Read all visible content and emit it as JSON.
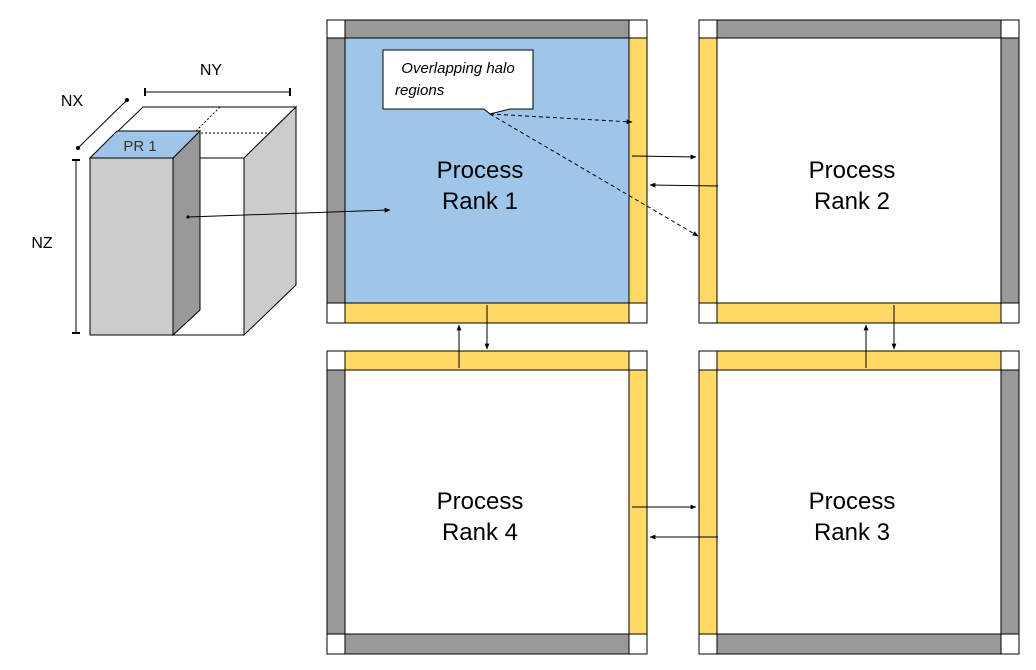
{
  "cube": {
    "labels": {
      "nx": "NX",
      "ny": "NY",
      "nz": "NZ",
      "partition": "PR 1"
    }
  },
  "callout": {
    "line1": "Overlapping halo",
    "line2": "regions"
  },
  "ranks": {
    "rank1": {
      "line1": "Process",
      "line2": "Rank 1"
    },
    "rank2": {
      "line1": "Process",
      "line2": "Rank 2"
    },
    "rank3": {
      "line1": "Process",
      "line2": "Rank 3"
    },
    "rank4": {
      "line1": "Process",
      "line2": "Rank 4"
    }
  },
  "colors": {
    "rank1_fill": "#9fc5e8",
    "halo_overlap": "#ffd966",
    "halo_boundary": "#999999",
    "corner": "#ffffff",
    "cube_front": "#cccccc",
    "cube_column": "#999999",
    "stroke": "#000000"
  }
}
